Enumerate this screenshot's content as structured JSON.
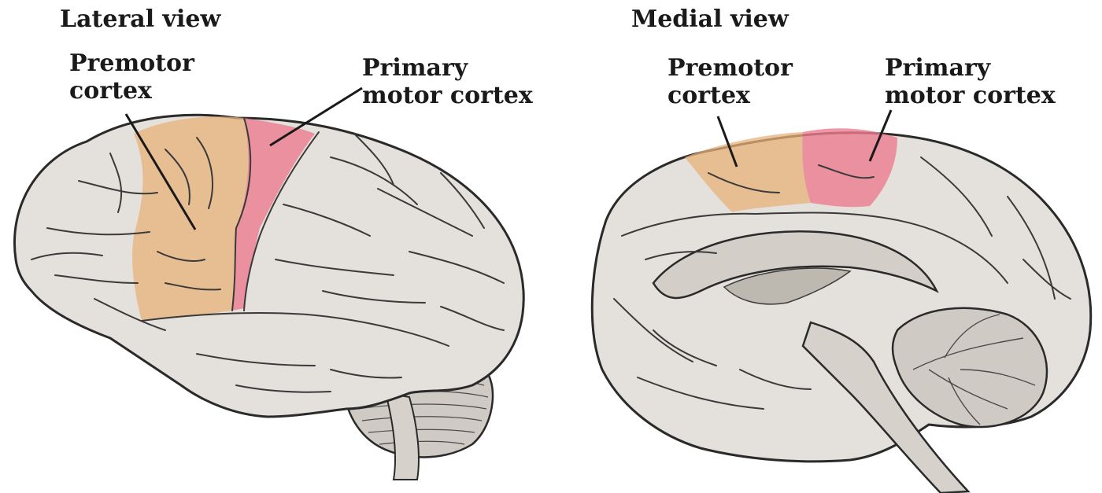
{
  "lateral_view": {
    "title": "Lateral view",
    "premotor_label": [
      "Premotor",
      "cortex"
    ],
    "primary_label": [
      "Primary",
      "motor cortex"
    ]
  },
  "medial_view": {
    "title": "Medial view",
    "premotor_label": [
      "Premotor",
      "cortex"
    ],
    "primary_label": [
      "Primary",
      "motor cortex"
    ]
  },
  "colors": {
    "brain_fill": "#e4e1dc",
    "brain_outline": "#2a2a2a",
    "sulcus": "#3a3a3a",
    "premotor": "#e8b07a",
    "primary_motor": "#ec7c8e",
    "cerebellum": "#cfcbc4"
  }
}
